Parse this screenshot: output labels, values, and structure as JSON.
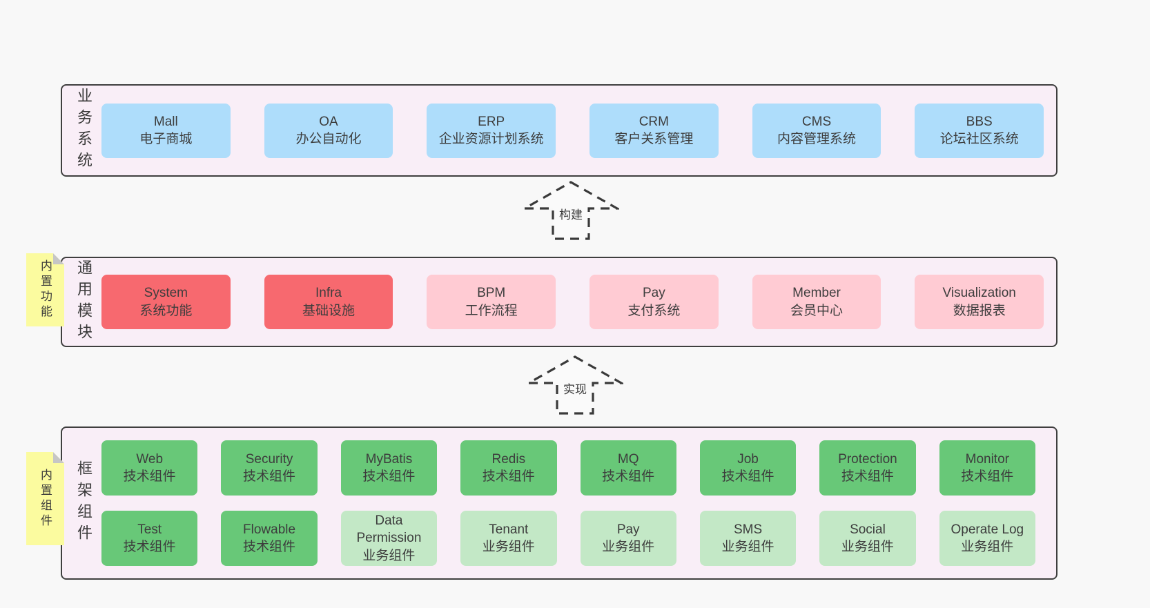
{
  "colors": {
    "page-bg": "#f8f8f8",
    "layer-bg": "#f9eef7",
    "border-dark": "#3f3f3f",
    "text": "#3d3d3d",
    "blue": "#aeddfb",
    "red": "#f7696f",
    "pink": "#ffcbd3",
    "green": "#68c878",
    "green-light": "#c3e8c6",
    "yellow": "#fbfb9f",
    "fold-gray": "#c6c6c6"
  },
  "layers": [
    {
      "id": "business-systems",
      "label": "业务系统",
      "rows": [
        [
          {
            "title": "Mall",
            "subtitle": "电子商城",
            "variant": "blue"
          },
          {
            "title": "OA",
            "subtitle": "办公自动化",
            "variant": "blue"
          },
          {
            "title": "ERP",
            "subtitle": "企业资源计划系统",
            "variant": "blue"
          },
          {
            "title": "CRM",
            "subtitle": "客户关系管理",
            "variant": "blue"
          },
          {
            "title": "CMS",
            "subtitle": "内容管理系统",
            "variant": "blue"
          },
          {
            "title": "BBS",
            "subtitle": "论坛社区系统",
            "variant": "blue"
          }
        ]
      ]
    },
    {
      "id": "common-modules",
      "label": "通用模块",
      "note": "内置功能",
      "rows": [
        [
          {
            "title": "System",
            "subtitle": "系统功能",
            "variant": "red"
          },
          {
            "title": "Infra",
            "subtitle": "基础设施",
            "variant": "red"
          },
          {
            "title": "BPM",
            "subtitle": "工作流程",
            "variant": "pink"
          },
          {
            "title": "Pay",
            "subtitle": "支付系统",
            "variant": "pink"
          },
          {
            "title": "Member",
            "subtitle": "会员中心",
            "variant": "pink"
          },
          {
            "title": "Visualization",
            "subtitle": "数据报表",
            "variant": "pink"
          }
        ]
      ]
    },
    {
      "id": "framework-components",
      "label": "框架组件",
      "note": "内置组件",
      "rows": [
        [
          {
            "title": "Web",
            "subtitle": "技术组件",
            "variant": "green"
          },
          {
            "title": "Security",
            "subtitle": "技术组件",
            "variant": "green"
          },
          {
            "title": "MyBatis",
            "subtitle": "技术组件",
            "variant": "green"
          },
          {
            "title": "Redis",
            "subtitle": "技术组件",
            "variant": "green"
          },
          {
            "title": "MQ",
            "subtitle": "技术组件",
            "variant": "green"
          },
          {
            "title": "Job",
            "subtitle": "技术组件",
            "variant": "green"
          },
          {
            "title": "Protection",
            "subtitle": "技术组件",
            "variant": "green"
          },
          {
            "title": "Monitor",
            "subtitle": "技术组件",
            "variant": "green"
          }
        ],
        [
          {
            "title": "Test",
            "subtitle": "技术组件",
            "variant": "green"
          },
          {
            "title": "Flowable",
            "subtitle": "技术组件",
            "variant": "green"
          },
          {
            "title": "Data Permission",
            "subtitle": "业务组件",
            "variant": "green-light"
          },
          {
            "title": "Tenant",
            "subtitle": "业务组件",
            "variant": "green-light"
          },
          {
            "title": "Pay",
            "subtitle": "业务组件",
            "variant": "green-light"
          },
          {
            "title": "SMS",
            "subtitle": "业务组件",
            "variant": "green-light"
          },
          {
            "title": "Social",
            "subtitle": "业务组件",
            "variant": "green-light"
          },
          {
            "title": "Operate Log",
            "subtitle": "业务组件",
            "variant": "green-light"
          }
        ]
      ]
    }
  ],
  "arrows": [
    {
      "label": "构建"
    },
    {
      "label": "实现"
    }
  ]
}
